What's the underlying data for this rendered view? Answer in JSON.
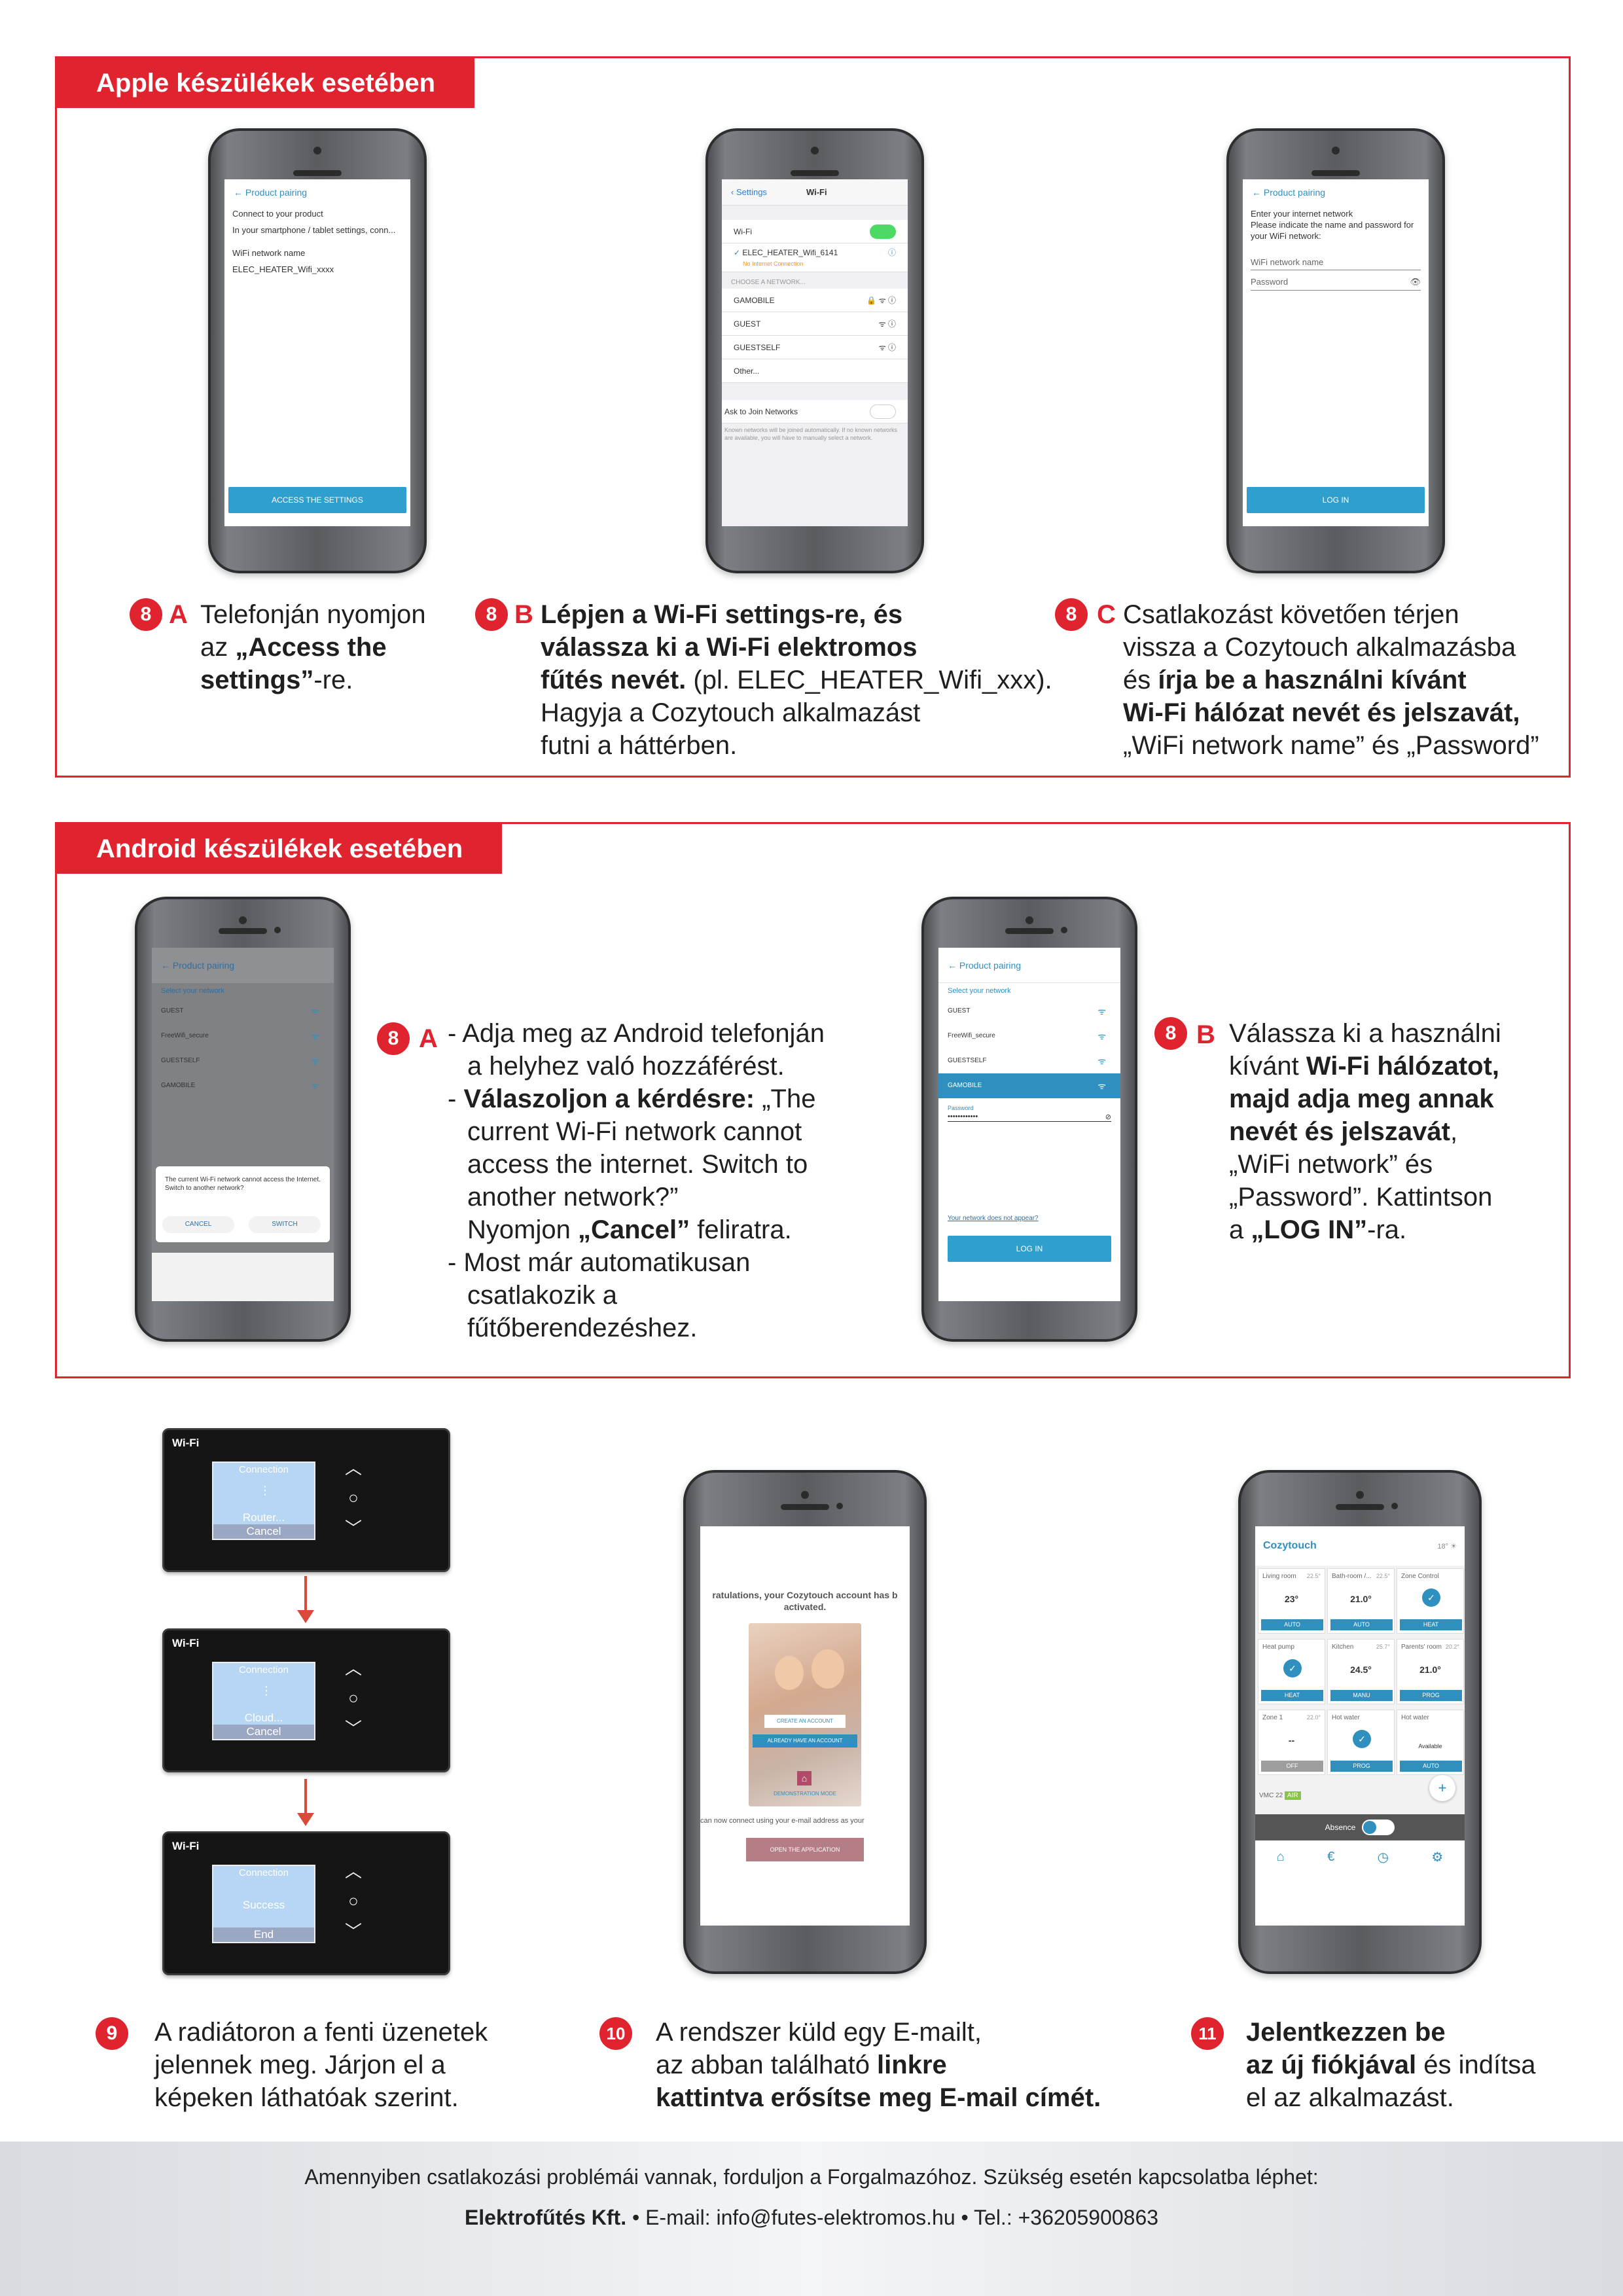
{
  "apple": {
    "header": "Apple készülékek esetében",
    "phone1": {
      "topbar": "Product pairing",
      "text1": "Connect to your product",
      "text2": "In your smartphone / tablet settings, conn...",
      "text3": "WiFi network name",
      "text4": "ELEC_HEATER_Wifi_xxxx",
      "button": "ACCESS THE SETTINGS"
    },
    "phone2": {
      "back": "Settings",
      "title": "Wi-Fi",
      "wifi_label": "Wi-Fi",
      "connected": "ELEC_HEATER_Wifi_6141",
      "connected_sub": "No Internet Connection",
      "choose": "CHOOSE A NETWORK...",
      "networks": [
        "GAMOBILE",
        "GUEST",
        "GUESTSELF",
        "Other..."
      ],
      "ask": "Ask to Join Networks",
      "ask_note": "Known networks will be joined automatically. If no known networks are available, you will have to manually select a network."
    },
    "phone3": {
      "topbar": "Product pairing",
      "text1": "Enter your internet network",
      "text2": "Please indicate the name and password for your WiFi network:",
      "field1": "WiFi network name",
      "field2": "Password",
      "button": "LOG IN"
    },
    "cap_a": {
      "num": "8",
      "letter": "A",
      "l1": "Telefonján nyomjon",
      "l2a": "az ",
      "l2b": "„Access the",
      "l3a": "settings”",
      "l3b": "-re."
    },
    "cap_b": {
      "num": "8",
      "letter": "B",
      "l1": "Lépjen a Wi-Fi settings-re, és",
      "l2": "válassza ki a Wi-Fi elektromos",
      "l3a": "fűtés nevét.",
      "l3b": " (pl. ELEC_HEATER_Wifi_xxx).",
      "l4": "Hagyja a Cozytouch alkalmazást",
      "l5": "futni a háttérben."
    },
    "cap_c": {
      "num": "8",
      "letter": "C",
      "l1": "Csatlakozást követően térjen",
      "l2": "vissza a Cozytouch alkalmazásba",
      "l3a": "és ",
      "l3b": "írja be a használni kívánt",
      "l4": "Wi-Fi hálózat nevét és jelszavát,",
      "l5": "„WiFi network name” és „Password”"
    }
  },
  "android": {
    "header": "Android készülékek esetében",
    "phone1": {
      "topbar": "Product pairing",
      "subtitle": "Select your network",
      "networks": [
        "GUEST",
        "FreeWifi_secure",
        "GUESTSELF",
        "GAMOBILE"
      ],
      "dialog": "The current Wi-Fi network cannot access the Internet. Switch to another network?",
      "cancel": "CANCEL",
      "switch": "SWITCH"
    },
    "phone2": {
      "topbar": "Product pairing",
      "subtitle": "Select your network",
      "networks": [
        "GUEST",
        "FreeWifi_secure",
        "GUESTSELF",
        "GAMOBILE"
      ],
      "password_label": "Password",
      "password_value": "••••••••••••",
      "link": "Your network does not appear?",
      "button": "LOG IN"
    },
    "cap_a": {
      "num": "8",
      "letter": "A",
      "l1": "- Adja meg az Android telefonján",
      "l2": "a helyhez való hozzáférést.",
      "l3a": "- ",
      "l3b": "Válaszoljon a kérdésre:",
      "l3c": " „The",
      "l4": "current Wi-Fi network cannot",
      "l5": "access the internet. Switch to",
      "l6": "another network?”",
      "l7a": "Nyomjon ",
      "l7b": "„Cancel”",
      "l7c": " feliratra.",
      "l8": "- Most már automatikusan",
      "l9": "csatlakozik a",
      "l10": "fűtőberendezéshez."
    },
    "cap_b": {
      "num": "8",
      "letter": "B",
      "l1": "Válassza ki a használni",
      "l2a": "kívánt ",
      "l2b": "Wi-Fi hálózatot,",
      "l3": "majd adja meg annak",
      "l4a": "nevét és jelszavát",
      "l4b": ",",
      "l5": "„WiFi network” és",
      "l6": "„Password”. Kattintson",
      "l7a": "a ",
      "l7b": "„LOG IN”",
      "l7c": "-ra."
    }
  },
  "radiator": {
    "panels": [
      {
        "label": "Wi-Fi",
        "top": "Connection",
        "mid": "Router...",
        "bottom": "Cancel"
      },
      {
        "label": "Wi-Fi",
        "top": "Connection",
        "mid": "Cloud...",
        "bottom": "Cancel"
      },
      {
        "label": "Wi-Fi",
        "top": "Connection",
        "mid": "Success",
        "bottom": "End"
      }
    ],
    "caption": {
      "num": "9",
      "l1": "A radiátoron a fenti üzenetek",
      "l2": "jelennek meg. Járjon el a",
      "l3": "képeken láthatóak szerint."
    }
  },
  "email": {
    "screen": {
      "title1": "ratulations, your Cozytouch account has b",
      "title2": "activated.",
      "create": "CREATE AN ACCOUNT",
      "already": "ALREADY HAVE AN ACCOUNT",
      "demo": "DEMONSTRATION MODE",
      "bottom_text": "can now connect using your e-mail address as your",
      "open": "OPEN THE APPLICATION"
    },
    "caption": {
      "num": "10",
      "l1": "A rendszer küld egy E-mailt,",
      "l2a": "az abban található ",
      "l2b": "linkre",
      "l3": "kattintva erősítse meg E-mail címét."
    }
  },
  "app": {
    "screen": {
      "title": "Cozytouch",
      "weather": "18°",
      "tiles": [
        {
          "name": "Living room",
          "set": "22.5°",
          "value": "23°",
          "mode": "AUTO"
        },
        {
          "name": "Bath-room /...",
          "set": "22.5°",
          "value": "21.0°",
          "mode": "AUTO"
        },
        {
          "name": "Zone Control",
          "set": "",
          "value": "",
          "mode": "HEAT"
        },
        {
          "name": "Heat pump",
          "set": "",
          "value": "",
          "mode": "HEAT"
        },
        {
          "name": "Kitchen",
          "set": "25.7°",
          "value": "24.5°",
          "mode": "MANU"
        },
        {
          "name": "Parents' room",
          "set": "20.2°",
          "value": "21.0°",
          "mode": "PROG"
        },
        {
          "name": "Zone 1",
          "set": "22.0°",
          "value": "--",
          "mode": "OFF"
        },
        {
          "name": "Hot water",
          "set": "",
          "value": "",
          "mode": "PROG"
        },
        {
          "name": "Hot water",
          "set": "",
          "value": "Available",
          "mode": "AUTO"
        }
      ],
      "vmc": "VMC",
      "vmc_val": "22",
      "vmc_mode": "AIR",
      "absence": "Absence"
    },
    "caption": {
      "num": "11",
      "l1": "Jelentkezzen be",
      "l2a": "az új fiókjával",
      "l2b": " és indítsa",
      "l3": "el az alkalmazást."
    }
  },
  "footer": {
    "line1": "Amennyiben csatlakozási problémái vannak, forduljon a Forgalmazóhoz. Szükség esetén kapcsolatba léphet:",
    "company": "Elektrofűtés Kft.",
    "contact": " • E-mail: info@futes-elektromos.hu • Tel.: +36205900863"
  },
  "colors": {
    "accent": "#e0242f",
    "app_blue": "#2f8fbf"
  }
}
